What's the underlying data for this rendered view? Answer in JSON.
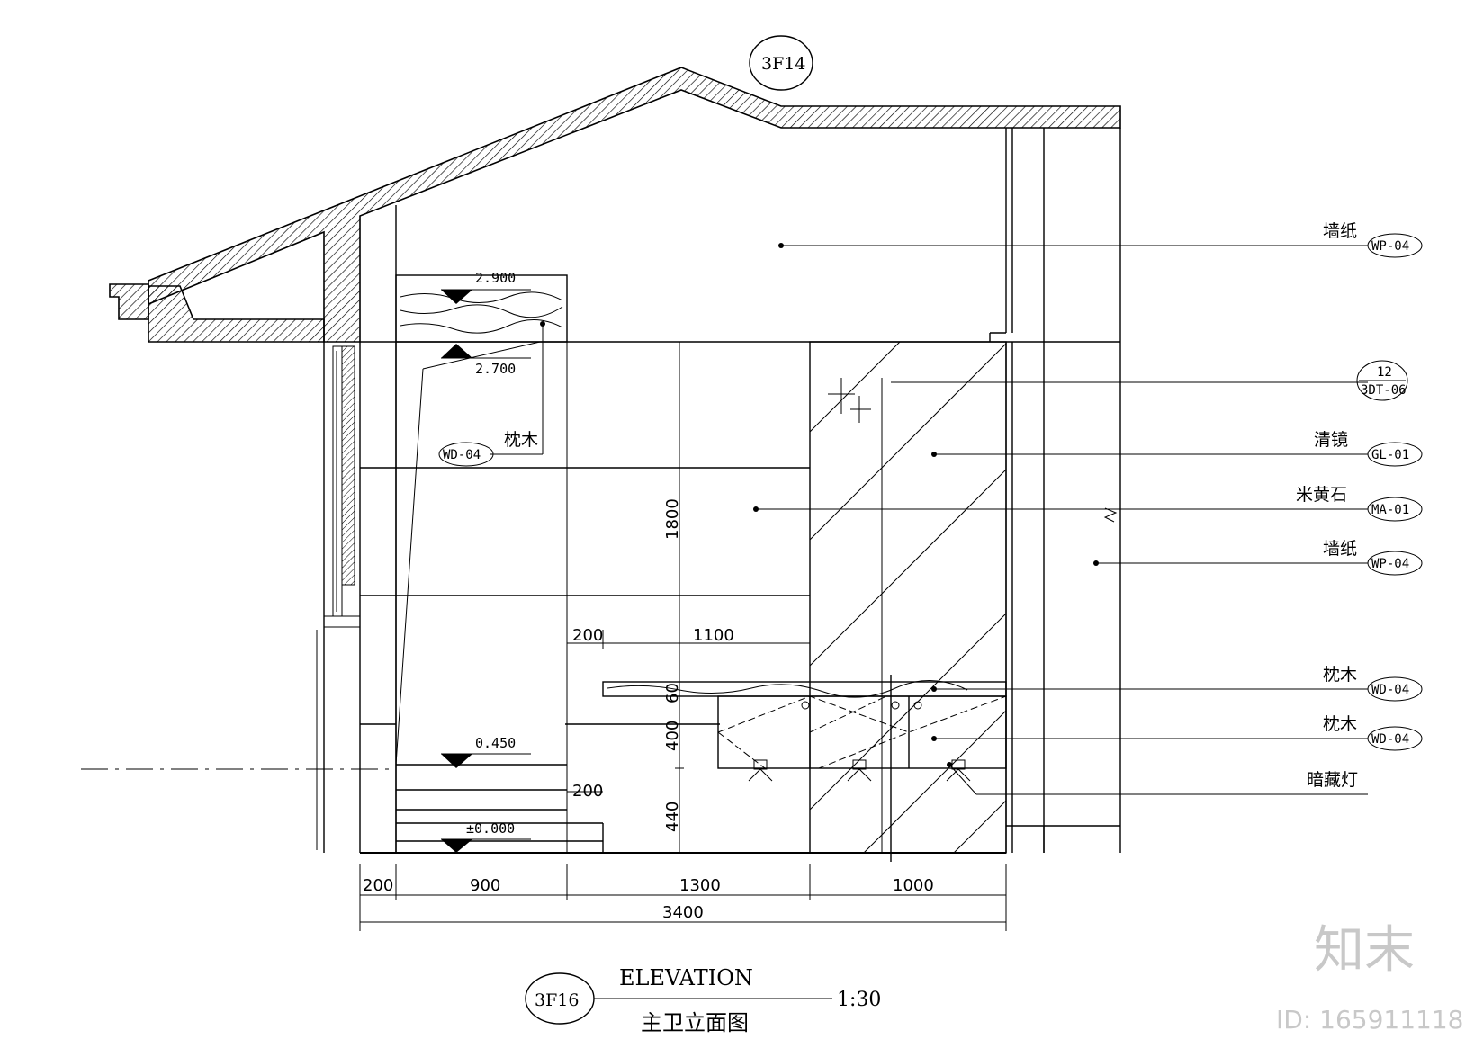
{
  "drawing": {
    "top_callout": "3F14",
    "levels": {
      "l2900": "2.900",
      "l2700": "2.700",
      "l0450": "0.450",
      "l0000": "±0.000"
    },
    "labels": [
      {
        "text": "墙纸",
        "tag": "WP-04"
      },
      {
        "text": "",
        "tag": "12\n3DT-06"
      },
      {
        "text": "清镜",
        "tag": "GL-01"
      },
      {
        "text": "米黄石",
        "tag": "MA-01"
      },
      {
        "text": "墙纸",
        "tag": "WP-04"
      },
      {
        "text": "枕木",
        "tag": "WD-04"
      },
      {
        "text": "枕木",
        "tag": "WD-04"
      },
      {
        "text": "暗藏灯",
        "tag": ""
      }
    ],
    "left_label": {
      "text": "枕木",
      "tag": "WD-04"
    },
    "dims_inner": {
      "d1800": "1800",
      "d200a": "200",
      "d1100": "1100",
      "d60": "60",
      "d400": "400",
      "d200b": "200",
      "d440": "440"
    },
    "dims_bottom": [
      "200",
      "900",
      "1300",
      "1000"
    ],
    "dim_total": "3400",
    "title": {
      "callout": "3F16",
      "name_en": "ELEVATION",
      "scale": "1:30",
      "name_cn": "主卫立面图"
    }
  },
  "watermark": {
    "logo": "知末",
    "id": "ID: 165911118"
  }
}
